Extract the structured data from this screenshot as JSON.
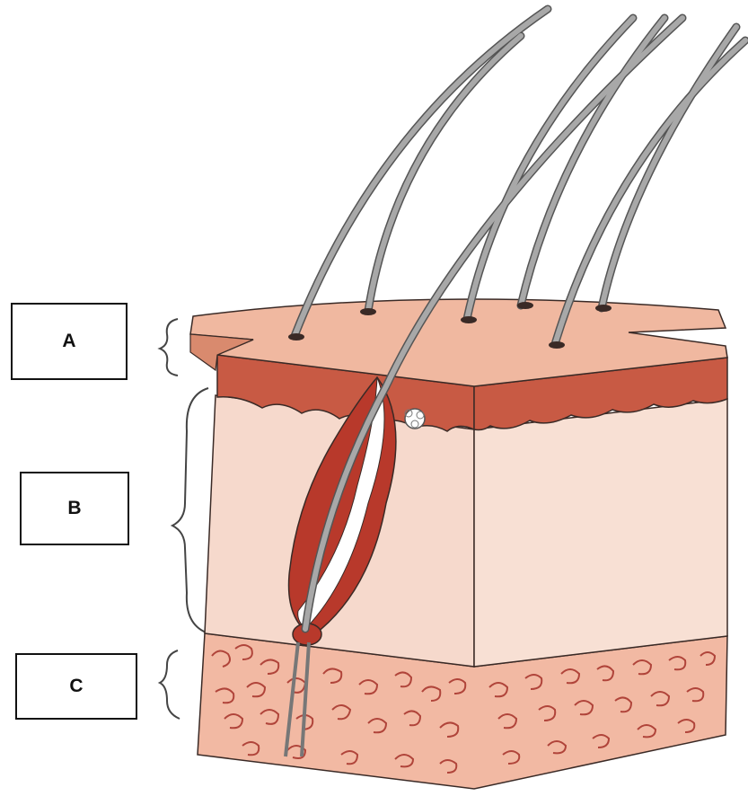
{
  "labels": {
    "a": "A",
    "b": "B",
    "c": "C"
  },
  "colors": {
    "surface": "#f0b8a0",
    "surface_edge": "#d98a6e",
    "epidermis": "#c85a44",
    "dermis": "#f6d9cc",
    "follicle": "#b8392b",
    "hair": "#9a9a9a",
    "fat_fill": "#f2b9a3",
    "fat_line": "#b0443a",
    "outline": "#3a2a26"
  },
  "icons": {
    "bracket": "curly-brace",
    "gland": "sebaceous-gland"
  }
}
